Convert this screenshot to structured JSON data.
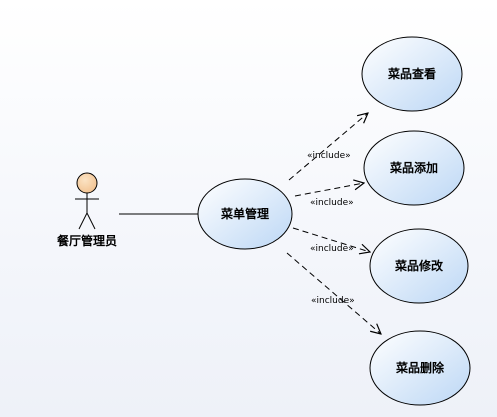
{
  "diagram": {
    "actor": {
      "name": "餐厅管理员"
    },
    "main_usecase": {
      "label": "菜单管理"
    },
    "usecases": [
      {
        "label": "菜品查看"
      },
      {
        "label": "菜品添加"
      },
      {
        "label": "菜品修改"
      },
      {
        "label": "菜品删除"
      }
    ],
    "relations": [
      {
        "stereotype": "«include»"
      },
      {
        "stereotype": "«include»"
      },
      {
        "stereotype": "«include»"
      },
      {
        "stereotype": "«include»"
      }
    ],
    "colors": {
      "usecase_fill_light": "#ffffff",
      "usecase_fill_dark": "#bcd7f5",
      "usecase_stroke": "#000000",
      "actor_head_fill": "#f7d2a4",
      "line": "#000000"
    }
  }
}
